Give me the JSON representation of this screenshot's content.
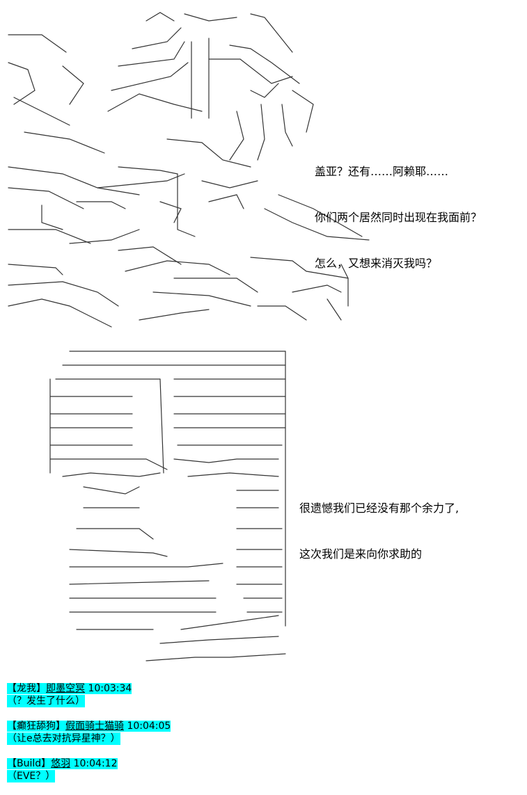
{
  "dialogue": {
    "speech1": {
      "lines": [
        "盖亚？还有……阿赖耶……",
        "你们两个居然同时出现在我面前？",
        "怎么，又想来消灭我吗？"
      ]
    },
    "speech2": {
      "lines": [
        "很遗憾我们已经没有那个余力了,",
        "这次我们是来向你求助的"
      ]
    }
  },
  "chat": [
    {
      "bracket_open": "【",
      "tag": "龙我",
      "bracket_close": "】",
      "user": "即墨空冥",
      "time": "10:03:34",
      "message": "（？发生了什么）"
    },
    {
      "bracket_open": "【",
      "tag": "癫狂舔狗",
      "bracket_close": "】",
      "user": "假面骑士猫骑",
      "time": "10:04:05",
      "message": "（让e总去对抗异星神？）"
    },
    {
      "bracket_open": "【",
      "tag": "Build",
      "bracket_close": "】",
      "user": "悠羽",
      "time": "10:04:12",
      "message": "（EVE？）"
    }
  ],
  "colors": {
    "highlight": "#00ffff",
    "text": "#000000",
    "background": "#ffffff"
  }
}
